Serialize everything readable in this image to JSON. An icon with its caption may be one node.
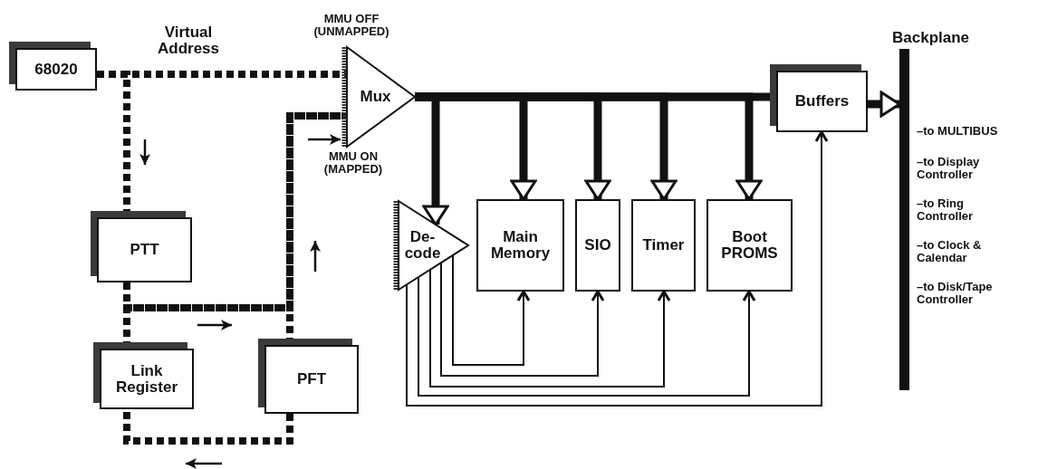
{
  "diagram": {
    "nodes": [
      {
        "text": [
          "68020"
        ]
      },
      {
        "text": [
          "Mux"
        ]
      },
      {
        "text": [
          "PTT"
        ]
      },
      {
        "text": [
          "Link Register"
        ]
      },
      {
        "text": [
          "PFT"
        ]
      },
      {
        "text": [
          "De- code"
        ]
      },
      {
        "text": [
          "Main Memory"
        ]
      },
      {
        "text": [
          "SIO"
        ]
      },
      {
        "text": [
          "Timer"
        ]
      },
      {
        "text": [
          "Boot PROMS"
        ]
      },
      {
        "text": [
          "Buffers"
        ]
      },
      {
        "text": [
          "Backplane"
        ],
        "beside": [
          "–to MULTIBUS",
          "–to Display Controller",
          "–to Ring Controller",
          "–to Clock & Calendar",
          "–to Disk/Tape Controller"
        ]
      }
    ],
    "edges": [
      {
        "from": 0,
        "to": 1,
        "arrow": "none",
        "style": "dashed"
      },
      {
        "from": 0,
        "to": 2,
        "arrow": "none",
        "style": "dashed"
      },
      {
        "from": 2,
        "to": 1,
        "arrow": "none",
        "style": "dashed"
      },
      {
        "from": 3,
        "to": 1,
        "arrow": "none",
        "style": "dashed"
      },
      {
        "from": 4,
        "to": 1,
        "arrow": "none",
        "style": "dashed"
      },
      {
        "from": 4,
        "to": 3,
        "arrow": "none",
        "style": "dashed"
      },
      {
        "from": 1,
        "to": 10,
        "arrow": "none"
      },
      {
        "from": 1,
        "to": 5,
        "arrow": "to"
      },
      {
        "from": 1,
        "to": 6,
        "arrow": "to"
      },
      {
        "from": 1,
        "to": 7,
        "arrow": "to"
      },
      {
        "from": 1,
        "to": 8,
        "arrow": "to"
      },
      {
        "from": 1,
        "to": 9,
        "arrow": "to"
      },
      {
        "from": 10,
        "to": 11,
        "arrow": "to"
      },
      {
        "from": 5,
        "to": 6,
        "arrow": "to"
      },
      {
        "from": 5,
        "to": 7,
        "arrow": "to"
      },
      {
        "from": 5,
        "to": 8,
        "arrow": "to"
      },
      {
        "from": 5,
        "to": 9,
        "arrow": "to"
      },
      {
        "from": 5,
        "to": 10,
        "arrow": "to"
      }
    ],
    "labels": [
      "Virtual Address",
      "MMU OFF (UNMAPPED)",
      "MMU ON (MAPPED)"
    ]
  }
}
